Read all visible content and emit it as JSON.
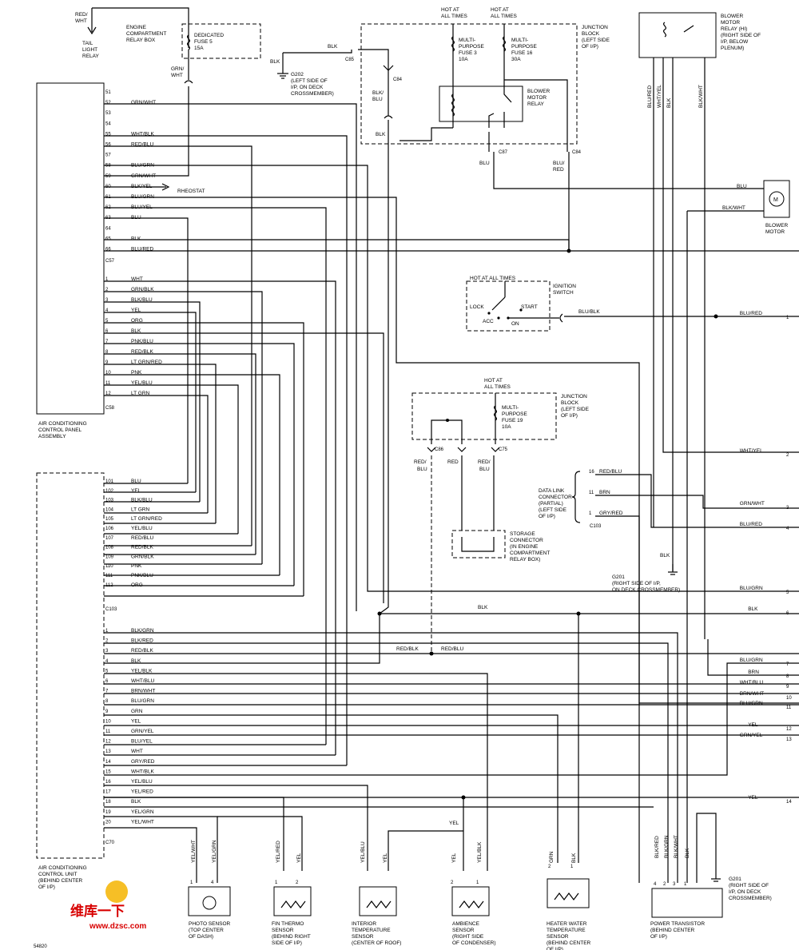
{
  "ac_panel": {
    "title": [
      "AIR CONDITIONING",
      "CONTROL PANEL",
      "ASSEMBLY"
    ],
    "c57": {
      "name": "C57",
      "pins": [
        {
          "pin": "51",
          "wire": ""
        },
        {
          "pin": "52",
          "wire": "GRN/WHT"
        },
        {
          "pin": "53",
          "wire": ""
        },
        {
          "pin": "54",
          "wire": ""
        },
        {
          "pin": "55",
          "wire": "WHT/BLK"
        },
        {
          "pin": "56",
          "wire": "RED/BLU"
        },
        {
          "pin": "57",
          "wire": ""
        },
        {
          "pin": "58",
          "wire": "BLU/GRN"
        },
        {
          "pin": "59",
          "wire": "GRN/WHT"
        },
        {
          "pin": "60",
          "wire": "BLK/YEL"
        },
        {
          "pin": "61",
          "wire": "BLU/GRN"
        },
        {
          "pin": "62",
          "wire": "BLU/YEL"
        },
        {
          "pin": "63",
          "wire": "BLU"
        },
        {
          "pin": "64",
          "wire": ""
        },
        {
          "pin": "65",
          "wire": "BLK"
        },
        {
          "pin": "66",
          "wire": "BLU/RED"
        }
      ]
    },
    "c58": {
      "name": "C58",
      "pins": [
        {
          "pin": "1",
          "wire": "WHT"
        },
        {
          "pin": "2",
          "wire": "GRN/BLK"
        },
        {
          "pin": "3",
          "wire": "BLK/BLU"
        },
        {
          "pin": "4",
          "wire": "YEL"
        },
        {
          "pin": "5",
          "wire": "ORG"
        },
        {
          "pin": "6",
          "wire": "BLK"
        },
        {
          "pin": "7",
          "wire": "PNK/BLU"
        },
        {
          "pin": "8",
          "wire": "RED/BLK"
        },
        {
          "pin": "9",
          "wire": "LT GRN/RED"
        },
        {
          "pin": "10",
          "wire": "PNK"
        },
        {
          "pin": "11",
          "wire": "YEL/BLU"
        },
        {
          "pin": "12",
          "wire": "LT GRN"
        }
      ]
    },
    "rheostat": "RHEOSTAT"
  },
  "ac_unit": {
    "title": [
      "AIR CONDITIONING",
      "CONTROL UNIT",
      "(BEHIND CENTER",
      "OF I/P)"
    ],
    "c103": {
      "name": "C103",
      "pins": [
        {
          "pin": "101",
          "wire": "BLU"
        },
        {
          "pin": "102",
          "wire": "YEL"
        },
        {
          "pin": "103",
          "wire": "BLK/BLU"
        },
        {
          "pin": "104",
          "wire": "LT GRN"
        },
        {
          "pin": "105",
          "wire": "LT GRN/RED"
        },
        {
          "pin": "106",
          "wire": "YEL/BLU"
        },
        {
          "pin": "107",
          "wire": "RED/BLU"
        },
        {
          "pin": "108",
          "wire": "RED/BLK"
        },
        {
          "pin": "109",
          "wire": "GRN/BLK"
        },
        {
          "pin": "110",
          "wire": "PNK"
        },
        {
          "pin": "111",
          "wire": "PNK/BLU"
        },
        {
          "pin": "112",
          "wire": "ORG"
        }
      ]
    },
    "c70": {
      "name": "C70",
      "pins": [
        {
          "pin": "1",
          "wire": "BLK/GRN"
        },
        {
          "pin": "2",
          "wire": "BLK/RED"
        },
        {
          "pin": "3",
          "wire": "RED/BLK"
        },
        {
          "pin": "4",
          "wire": "BLK"
        },
        {
          "pin": "5",
          "wire": "YEL/BLK"
        },
        {
          "pin": "6",
          "wire": "WHT/BLU"
        },
        {
          "pin": "7",
          "wire": "BRN/WHT"
        },
        {
          "pin": "8",
          "wire": "BLU/GRN"
        },
        {
          "pin": "9",
          "wire": "GRN"
        },
        {
          "pin": "10",
          "wire": "YEL"
        },
        {
          "pin": "11",
          "wire": "GRN/YEL"
        },
        {
          "pin": "12",
          "wire": "BLU/YEL"
        },
        {
          "pin": "13",
          "wire": "WHT"
        },
        {
          "pin": "14",
          "wire": "GRY/RED"
        },
        {
          "pin": "15",
          "wire": "WHT/BLK"
        },
        {
          "pin": "16",
          "wire": "YEL/BLU"
        },
        {
          "pin": "17",
          "wire": "YEL/RED"
        },
        {
          "pin": "18",
          "wire": "BLK"
        },
        {
          "pin": "19",
          "wire": "YEL/GRN"
        },
        {
          "pin": "20",
          "wire": "YEL/WHT"
        }
      ]
    }
  },
  "top": {
    "tail_light_relay": [
      "TAIL",
      "LIGHT",
      "RELAY"
    ],
    "red_wht": [
      "RED/",
      "WHT"
    ],
    "engine_box": [
      "ENGINE",
      "COMPARTMENT",
      "RELAY BOX"
    ],
    "dedicated_fuse": [
      "DEDICATED",
      "FUSE 5",
      "15A"
    ],
    "grn_wht": [
      "GRN/",
      "WHT"
    ],
    "g202": [
      "G202",
      "(LEFT SIDE OF",
      "I/P, ON DECK",
      "CROSSMEMBER)"
    ],
    "blk": "BLK",
    "hot": [
      "HOT AT",
      "ALL TIMES"
    ],
    "fuse3": [
      "MULTI-",
      "PURPOSE",
      "FUSE 3",
      "10A"
    ],
    "fuse16": [
      "MULTI-",
      "PURPOSE",
      "FUSE 16",
      "30A"
    ],
    "junction_block": [
      "JUNCTION",
      "BLOCK",
      "(LEFT SIDE",
      "OF I/P)"
    ],
    "blower_relay": [
      "BLOWER",
      "MOTOR",
      "RELAY"
    ],
    "blower_relay_hi": [
      "BLOWER",
      "MOTOR",
      "RELAY (HI)",
      "(RIGHT SIDE OF",
      "I/P, BELOW",
      "PLENUM)"
    ],
    "blower_motor": [
      "BLOWER",
      "MOTOR"
    ],
    "c85": "C85",
    "c84": "C84",
    "c87": "C87",
    "blk_blu": [
      "BLK/",
      "BLU"
    ],
    "blu": "BLU",
    "blu_red": [
      "BLU/",
      "RED"
    ],
    "relay_wires": [
      "BLU/RED",
      "WHT/YEL",
      "BLK",
      "BLK/WHT"
    ],
    "motor_wires": [
      "BLU",
      "BLK/WHT"
    ]
  },
  "ignition": {
    "hot": "HOT AT ALL TIMES",
    "label": [
      "IGNITION",
      "SWITCH"
    ],
    "positions": [
      "LOCK",
      "START",
      "ACC",
      "ON"
    ],
    "wire": "BLU/BLK"
  },
  "junction2": {
    "hot": [
      "HOT AT",
      "ALL TIMES"
    ],
    "fuse19": [
      "MULTI-",
      "PURPOSE",
      "FUSE 19",
      "10A"
    ],
    "label": [
      "JUNCTION",
      "BLOCK",
      "(LEFT SIDE",
      "OF I/P)"
    ],
    "c86": "C86",
    "c75": "C75",
    "wires": [
      "RED/",
      "BLU",
      "RED",
      "RED/",
      "BLU"
    ],
    "storage": [
      "STORAGE",
      "CONNECTOR",
      "(IN ENGINE",
      "COMPARTMENT",
      "RELAY BOX)"
    ]
  },
  "data_link": {
    "label": [
      "DATA LINK",
      "CONNECTOR",
      "(PARTIAL)",
      "(LEFT SIDE",
      "OF I/P)"
    ],
    "connector": "C103",
    "pins": [
      {
        "pin": "16",
        "wire": "RED/BLU"
      },
      {
        "pin": "11",
        "wire": "BRN"
      },
      {
        "pin": "1",
        "wire": "GRY/RED"
      }
    ]
  },
  "g201_mid": [
    "G201",
    "(RIGHT SIDE OF I/P,",
    "ON DECK CROSSMEMBER)"
  ],
  "right_outputs": [
    {
      "wire": "BLU/RED",
      "num": "1"
    },
    {
      "wire": "WHT/YEL",
      "num": "2"
    },
    {
      "wire": "GRN/WHT",
      "num": "3"
    },
    {
      "wire": "BLU/RED",
      "num": "4"
    },
    {
      "wire": "BLU/GRN",
      "num": "5"
    },
    {
      "wire": "BLK",
      "num": "6"
    },
    {
      "wire": "BLU/GRN",
      "num": "7"
    },
    {
      "wire": "BRN",
      "num": "8"
    },
    {
      "wire": "WHT/BLU",
      "num": "9"
    },
    {
      "wire": "BRN/WHT",
      "num": "10"
    },
    {
      "wire": "BLU/GRN",
      "num": "11"
    },
    {
      "wire": "YEL",
      "num": "12"
    },
    {
      "wire": "GRN/YEL",
      "num": "13"
    },
    {
      "wire": "YEL",
      "num": "14"
    }
  ],
  "mid_labels": {
    "blk": "BLK",
    "red_blk": "RED/BLK",
    "red_blu": "RED/BLU",
    "yel": "YEL"
  },
  "sensors": [
    {
      "name": [
        "PHOTO SENSOR",
        "(TOP CENTER",
        "OF DASH)"
      ],
      "wires": [
        "YEL/WHT",
        "YEL/GRN"
      ],
      "pins": [
        "1",
        "4"
      ]
    },
    {
      "name": [
        "FIN THERMO",
        "SENSOR",
        "(BEHIND RIGHT",
        "SIDE OF I/P)"
      ],
      "wires": [
        "YEL/RED",
        "YEL"
      ],
      "pins": [
        "1",
        "2"
      ]
    },
    {
      "name": [
        "INTERIOR",
        "TEMPERATURE",
        "SENSOR",
        "(CENTER OF ROOF)"
      ],
      "wires": [
        "YEL/BLU",
        "YEL"
      ],
      "pins": [
        "",
        ""
      ]
    },
    {
      "name": [
        "AMBIENCE",
        "SENSOR",
        "(RIGHT SIDE",
        "OF CONDENSER)"
      ],
      "wires": [
        "YEL",
        "YEL/BLK"
      ],
      "pins": [
        "2",
        "1"
      ]
    },
    {
      "name": [
        "HEATER WATER",
        "TEMPERATURE",
        "SENSOR",
        "(BEHIND CENTER",
        "OF I/P)"
      ],
      "wires": [
        "GRN",
        "BLK"
      ],
      "pins": [
        "2",
        "1"
      ]
    },
    {
      "name": [
        "POWER TRANSISTOR",
        "(BEHIND CENTER",
        "OF I/P)"
      ],
      "wires": [
        "BLK/RED",
        "BLK/GRN",
        "BLK/WHT",
        "BLK"
      ],
      "pins": [
        "4",
        "2",
        "3",
        "1"
      ]
    }
  ],
  "g201_bottom": [
    "G201",
    "(RIGHT SIDE OF",
    "I/P, ON DECK",
    "CROSSMEMBER)"
  ],
  "watermark": {
    "cn": "维库一下",
    "url": "www.dzsc.com"
  },
  "code": "54820"
}
